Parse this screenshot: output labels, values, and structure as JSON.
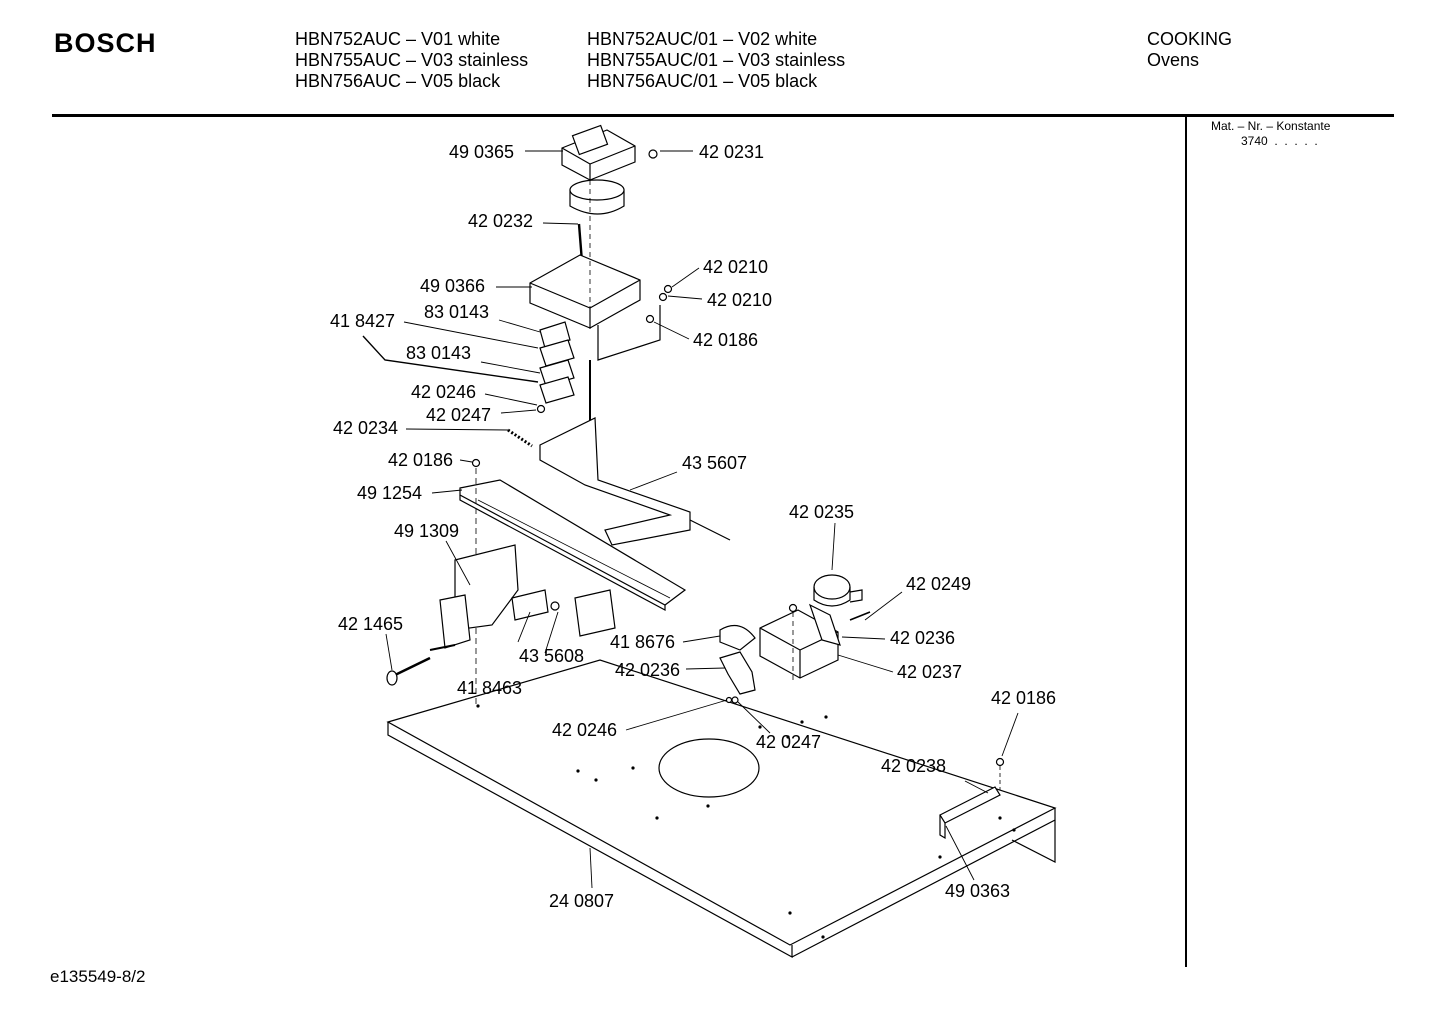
{
  "header": {
    "brand": "BOSCH",
    "models_col1": [
      "HBN752AUC – V01 white",
      "HBN755AUC – V03 stainless",
      "HBN756AUC – V05 black"
    ],
    "models_col2": [
      "HBN752AUC/01 – V02 white",
      "HBN755AUC/01 – V03 stainless",
      "HBN756AUC/01 – V05 black"
    ],
    "category": "COOKING",
    "subcategory": "Ovens"
  },
  "material_number": {
    "label": "Mat. – Nr. – Konstante",
    "value": "3740  .  .  .  .  ."
  },
  "callouts": [
    "49 0365",
    "42 0231",
    "42 0232",
    "42 0210",
    "42 0210",
    "49 0366",
    "83 0143",
    "41 8427",
    "42 0186",
    "83 0143",
    "42 0246",
    "42 0247",
    "42 0234",
    "42 0186",
    "43 5607",
    "49 1254",
    "42 0235",
    "49 1309",
    "42 0249",
    "42 1465",
    "41 8676",
    "42 0236",
    "43 5608",
    "42 0236",
    "42 0237",
    "41 8463",
    "42 0186",
    "42 0246",
    "42 0247",
    "42 0238",
    "49 0363",
    "24 0807"
  ],
  "footer": {
    "doc_ref": "e135549-8/2"
  }
}
